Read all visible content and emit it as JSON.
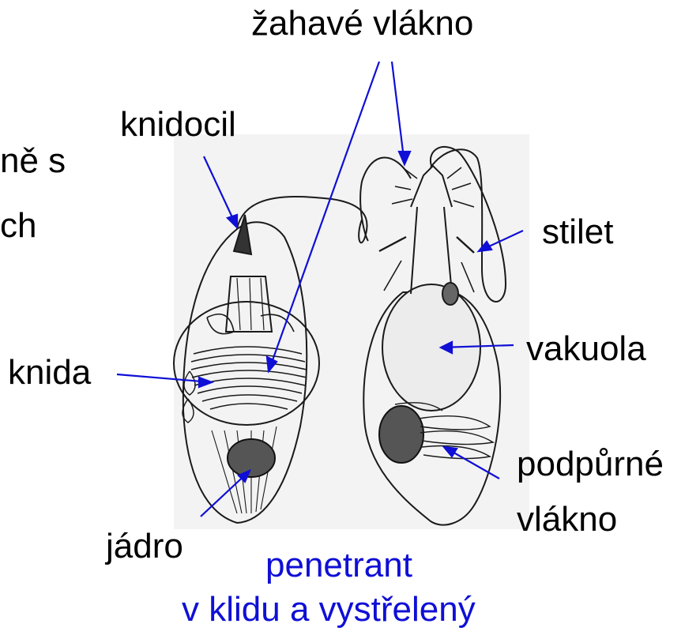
{
  "labels": {
    "top_thread": "žahavé vlákno",
    "knidocil": "knidocil",
    "stilet": "stilet",
    "knida": "knida",
    "vakuola": "vakuola",
    "jadro": "jádro",
    "podpurne": "podpůrné",
    "vlakno": "vlákno"
  },
  "caption": {
    "line1": "penetrant",
    "line2": "v klidu a vystřelený"
  },
  "cutoff_text": {
    "line1": "ně s",
    "line2": "ch"
  },
  "colors": {
    "label_text": "#000000",
    "pointer": "#0f0fd6",
    "caption": "#0f0fd6",
    "drawing_ink": "#1a1a1a",
    "drawing_bg": "#f2f2f2"
  }
}
